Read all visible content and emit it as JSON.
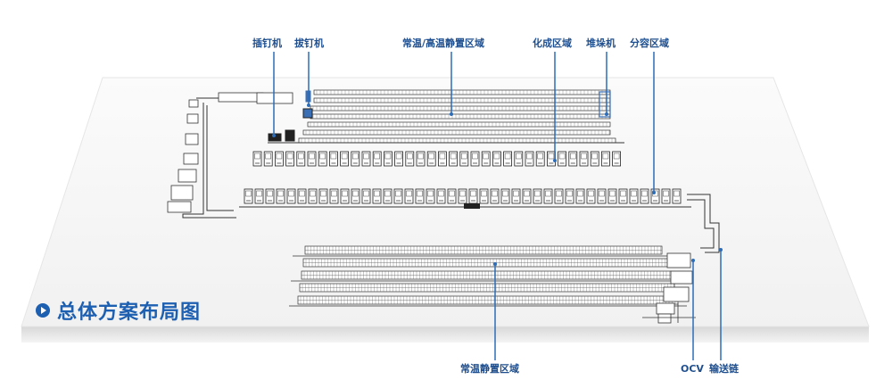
{
  "title": "总体方案布局图",
  "colors": {
    "label": "#1f4f8f",
    "pointer": "#2d6db8",
    "title": "#1d5fb0",
    "equipment": "#222222",
    "rack": "#555555"
  },
  "labels": {
    "insert_pin": "插钉机",
    "remove_pin": "拔钉机",
    "aging_normal_high": "常温/高温静置区域",
    "formation": "化成区域",
    "stacker": "堆垛机",
    "grading": "分容区域",
    "aging_normal": "常温静置区域",
    "ocv": "OCV",
    "conveyor": "输送链"
  },
  "icons": {
    "heading": "play-circle-icon"
  }
}
